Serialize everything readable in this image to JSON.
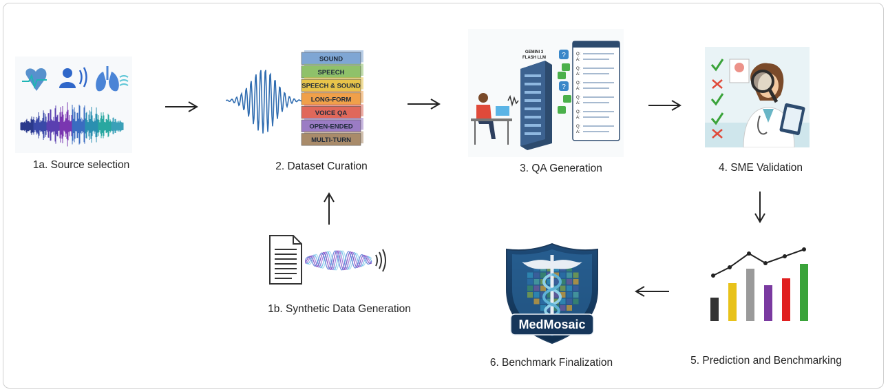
{
  "steps": {
    "s1a": "1a. Source selection",
    "s1b": "1b. Synthetic Data Generation",
    "s2": "2. Dataset Curation",
    "s3": "3. QA Generation",
    "s4": "4. SME Validation",
    "s5": "5. Prediction and Benchmarking",
    "s6": "6. Benchmark Finalization"
  },
  "dataset_layers": [
    {
      "label": "SOUND",
      "color": "#7fa6d4"
    },
    {
      "label": "SPEECH",
      "color": "#8fc16a"
    },
    {
      "label": "SPEECH & SOUND",
      "color": "#e8c44a"
    },
    {
      "label": "LONG-FORM",
      "color": "#f0a04a"
    },
    {
      "label": "VOICE QA",
      "color": "#e0685a"
    },
    {
      "label": "OPEN-ENDED",
      "color": "#9b7cc4"
    },
    {
      "label": "MULTI-TURN",
      "color": "#a98b6a"
    }
  ],
  "qa": {
    "llm_label_1": "GEMINI 3",
    "llm_label_2": "FLASH LLM",
    "q": "Q:",
    "a": "A:"
  },
  "badge": {
    "name": "MedMosaic"
  },
  "prediction_bars": {
    "values": [
      0.34,
      0.55,
      0.76,
      0.52,
      0.62,
      0.83
    ],
    "colors": [
      "#333333",
      "#e8c21a",
      "#9a9a9a",
      "#7a3aa0",
      "#e02020",
      "#3aa33a"
    ]
  }
}
